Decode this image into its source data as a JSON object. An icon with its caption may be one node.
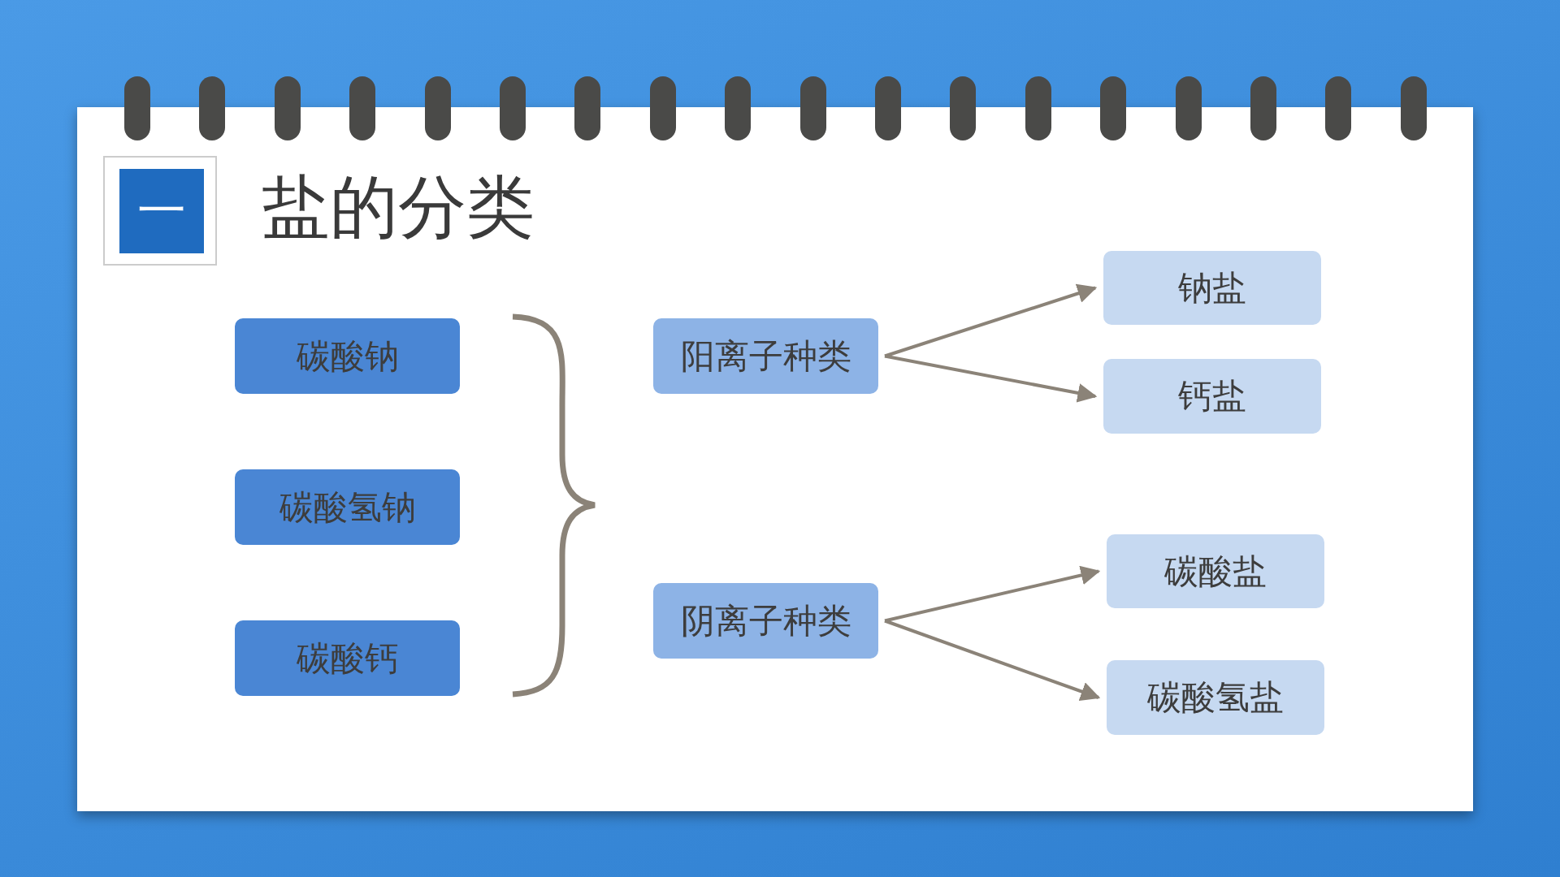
{
  "diagram": {
    "title": "盐的分类",
    "nodes": [
      {
        "text": [
          "碳酸钠"
        ]
      },
      {
        "text": [
          "碳酸氢钠"
        ]
      },
      {
        "text": [
          "碳酸钙"
        ]
      },
      {
        "text": [
          "阳离子种类"
        ]
      },
      {
        "text": [
          "阴离子种类"
        ]
      },
      {
        "text": [
          "钠盐"
        ]
      },
      {
        "text": [
          "钙盐"
        ]
      },
      {
        "text": [
          "碳酸盐"
        ]
      },
      {
        "text": [
          "碳酸氢盐"
        ]
      }
    ],
    "edges": [
      {
        "from": 3,
        "to": 5,
        "arrow": "to"
      },
      {
        "from": 3,
        "to": 6,
        "arrow": "to"
      },
      {
        "from": 4,
        "to": 7,
        "arrow": "to"
      },
      {
        "from": 4,
        "to": 8,
        "arrow": "to"
      }
    ],
    "labels": [
      "一"
    ]
  }
}
